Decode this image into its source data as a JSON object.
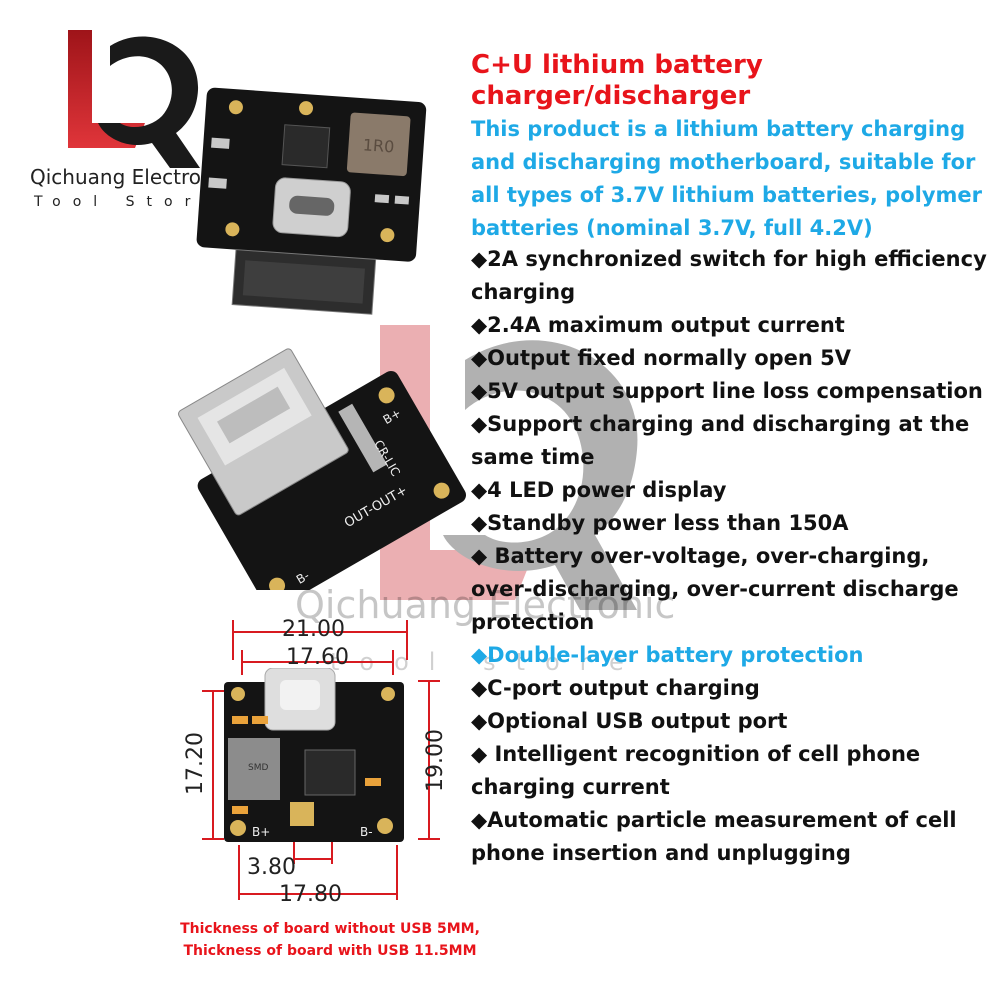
{
  "logo": {
    "brand": "Qichuang Electronic",
    "sub": "Tool Store",
    "colors": {
      "q_red": "#c81e24",
      "q_black": "#1a1a1a"
    }
  },
  "watermark": {
    "brand": "Qichuang Electronic",
    "sub": "tool store"
  },
  "product": {
    "title_line1": "C+U lithium battery",
    "title_line2": "charger/discharger",
    "intro": "This product is a lithium battery charging and discharging motherboard, suitable for all types of 3.7V lithium batteries, polymer batteries (nominal 3.7V, full 4.2V)",
    "features": [
      "◆2A synchronized switch for high efficiency charging",
      "◆2.4A maximum output current",
      "◆Output fixed normally open 5V",
      "◆5V output support line loss compensation",
      "◆Support charging and discharging at the same time",
      "◆4 LED power display",
      "◆Standby power less than 150A",
      "◆ Battery over-voltage, over-charging, over-discharging, over-current discharge protection",
      "◆Double-layer battery protection",
      "◆C-port output charging",
      "◆Optional USB output port",
      "◆ Intelligent recognition of cell phone charging current",
      "◆Automatic particle measurement of cell phone insertion and unplugging"
    ],
    "highlight_index": 8,
    "colors": {
      "title": "#e8141b",
      "intro": "#1ea9e6",
      "text": "#111111"
    }
  },
  "board_top": {
    "inductor_label": "1R0"
  },
  "board_bottom": {
    "silk_model": "CR-LIC",
    "out_label": "OUT-OUT+",
    "bplus": "B+",
    "bminus": "B-"
  },
  "board_dim": {
    "smd_label": "SMD",
    "bplus": "B+",
    "bminus": "B-",
    "dims": {
      "width_total": "21.00",
      "width_inner": "17.60",
      "height_left": "17.20",
      "height_right": "19.00",
      "pin": "3.80",
      "width_bottom": "17.80"
    }
  },
  "thickness": {
    "line1": "Thickness of board without USB 5MM,",
    "line2": "Thickness of board with USB 11.5MM"
  }
}
